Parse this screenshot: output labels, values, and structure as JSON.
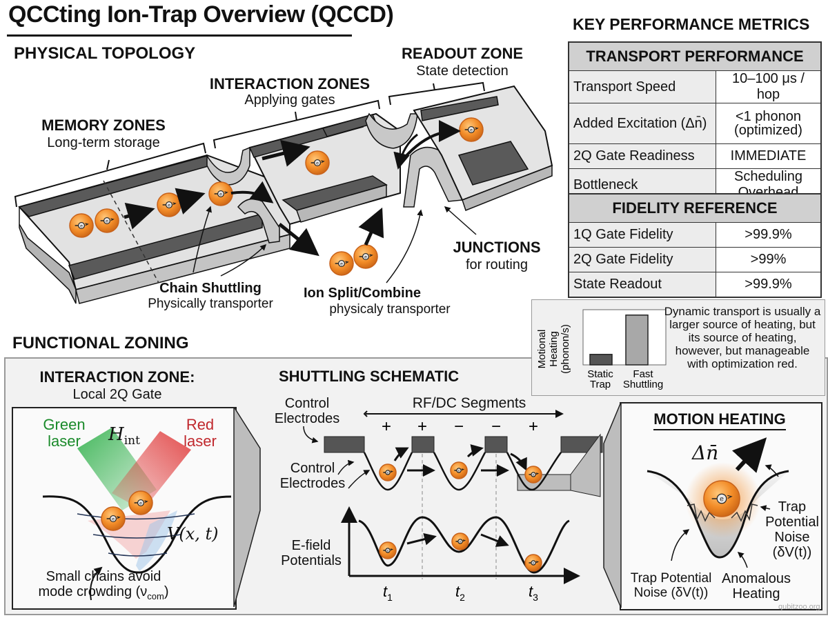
{
  "title": "QCCting Ion-Trap Overview (QCCD)",
  "physical_topology": {
    "heading": "PHYSICAL TOPOLOGY",
    "zones": [
      {
        "name": "MEMORY ZONES",
        "desc": "Long-term storage"
      },
      {
        "name": "INTERACTION ZONES",
        "desc": "Applying gates"
      },
      {
        "name": "READOUT ZONE",
        "desc": "State detection"
      }
    ],
    "callouts": [
      {
        "name": "Chain Shuttling",
        "desc": "Physically transporter"
      },
      {
        "name": "Ion Split/Combine",
        "desc": "physicaly transporter"
      },
      {
        "name": "JUNCTIONS",
        "desc": "for routing"
      }
    ],
    "ion_glyph": "e"
  },
  "metrics": {
    "heading": "KEY PERFORMANCE METRICS",
    "transport": {
      "heading": "TRANSPORT PERFORMANCE",
      "rows": [
        {
          "key": "Transport Speed",
          "value": "10–100 μs / hop"
        },
        {
          "key": "Added Excitation (Δn̄)",
          "value": "<1 phonon (optimized)"
        },
        {
          "key": "2Q Gate Readiness",
          "value": "IMMEDIATE"
        },
        {
          "key": "Bottleneck",
          "value": "Scheduling Overhead"
        }
      ]
    },
    "fidelity": {
      "heading": "FIDELITY REFERENCE",
      "rows": [
        {
          "key": "1Q Gate Fidelity",
          "value": ">99.9%"
        },
        {
          "key": "2Q Gate Fidelity",
          "value": ">99%"
        },
        {
          "key": "State Readout",
          "value": ">99.9%"
        }
      ]
    }
  },
  "chart_data": {
    "type": "bar",
    "title": "",
    "ylabel": "Motional Heating (phonon/s)",
    "xlabel": "",
    "categories": [
      "Static Trap",
      "Fast Shuttling"
    ],
    "values": [
      0.2,
      0.95
    ],
    "ylim": [
      0,
      1
    ],
    "units": "relative (unlabeled axis)",
    "colors": [
      "#555555",
      "#a8a8a8"
    ],
    "grid": false,
    "note": "Dynamic transport is usually a larger source of heating, but its source of heating, however, but manageable with optimization red."
  },
  "functional_zoning": {
    "heading": "FUNCTIONAL ZONING",
    "interaction_zone": {
      "heading": "INTERACTION ZONE:",
      "sub": "Local 2Q Gate",
      "green_laser": "Green laser",
      "red_laser": "Red laser",
      "hamiltonian": "H",
      "hamiltonian_sub": "int",
      "potential": "V(x, t)",
      "note_line1": "Small chains avoid",
      "note_line2": "mode crowding (ν",
      "note_sub": "com",
      "note_close": ")",
      "green_color": "#1a8a2a",
      "red_color": "#c0282d"
    },
    "shuttling": {
      "heading": "SHUTTLING SCHEMATIC",
      "segments_label": "RF/DC Segments",
      "control_electrodes_1": "Control Electrodes",
      "control_electrodes_2": "Control Electrodes",
      "polarities": [
        "+",
        "+",
        "−",
        "−",
        "+"
      ],
      "efield_label": "E-field Potentials",
      "time_labels": [
        "t",
        "t",
        "t"
      ],
      "time_subs": [
        "1",
        "2",
        "3"
      ]
    },
    "motion_heating": {
      "heading": "MOTION HEATING",
      "delta_n": "Δn̄",
      "trap_noise_right": [
        "Trap",
        "Potential",
        "Noise",
        "(δV(t))"
      ],
      "trap_noise_left": [
        "Trap Potential",
        "Noise (δV(t))"
      ],
      "anomalous": [
        "Anomalous",
        "Heating"
      ]
    }
  },
  "watermark": "qubitzoo.org",
  "colors": {
    "ion_orange": "#f28c28",
    "ion_edge": "#c7611a",
    "electrode_dark": "#555555",
    "substrate": "#dcdcdc",
    "substrate_side": "#b0b0b0"
  }
}
